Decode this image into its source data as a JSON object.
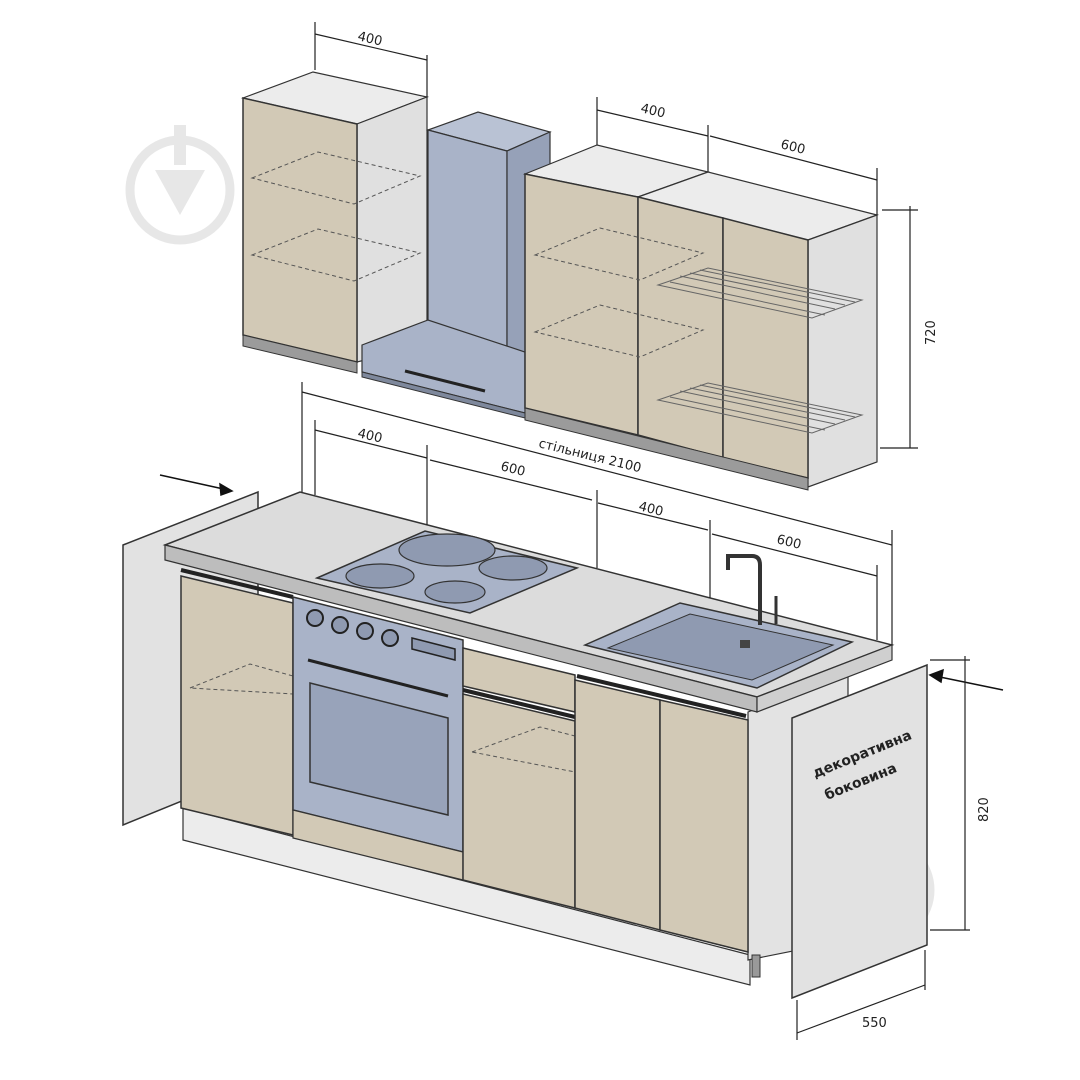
{
  "dimensions": {
    "upper_left_width": "400",
    "upper_mid_width": "400",
    "upper_right_width": "600",
    "upper_height": "720",
    "lower_seg_1": "400",
    "lower_seg_2": "600",
    "lower_seg_3": "400",
    "lower_seg_4": "600",
    "countertop": "стільниця 2100",
    "base_height": "820",
    "depth": "550"
  },
  "labels": {
    "side_panel_line1": "декоративна",
    "side_panel_line2": "боковина"
  },
  "icons": [
    "watermark-logo-icon",
    "arrow-icon"
  ],
  "colors": {
    "facade": "#d2c9b6",
    "carcass": "#e3e3e3",
    "appliance": "#a9b3c8",
    "outline": "#333333",
    "watermark": "#d9d9d9"
  }
}
